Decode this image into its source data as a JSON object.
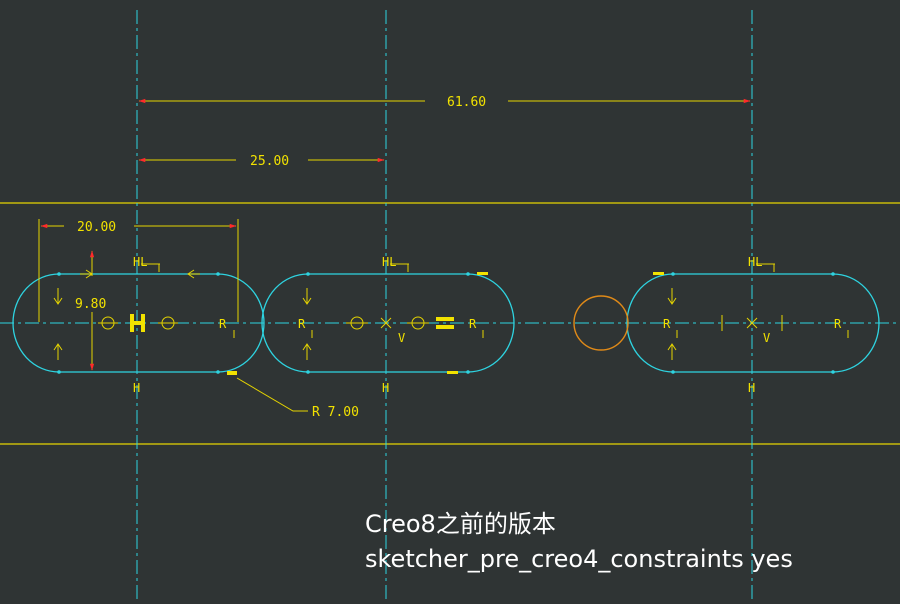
{
  "colors": {
    "background": "#2f3434",
    "geometry": "#2ed3e0",
    "dimension": "#f2e200",
    "arrow": "#ff2a2a",
    "circle": "#e08a18",
    "caption": "#ffffff"
  },
  "dimensions": {
    "overall_distance": "61.60",
    "slot_spacing": "25.00",
    "slot_length": "20.00",
    "slot_height": "9.80",
    "end_radius": "R 7.00"
  },
  "constraints": {
    "horizontal": "H",
    "horizontal_line": "HL",
    "radius_equal": "R",
    "vertical": "V"
  },
  "captions": {
    "line1": "Creo8之前的版本",
    "line2": "sketcher_pre_creo4_constraints yes"
  }
}
